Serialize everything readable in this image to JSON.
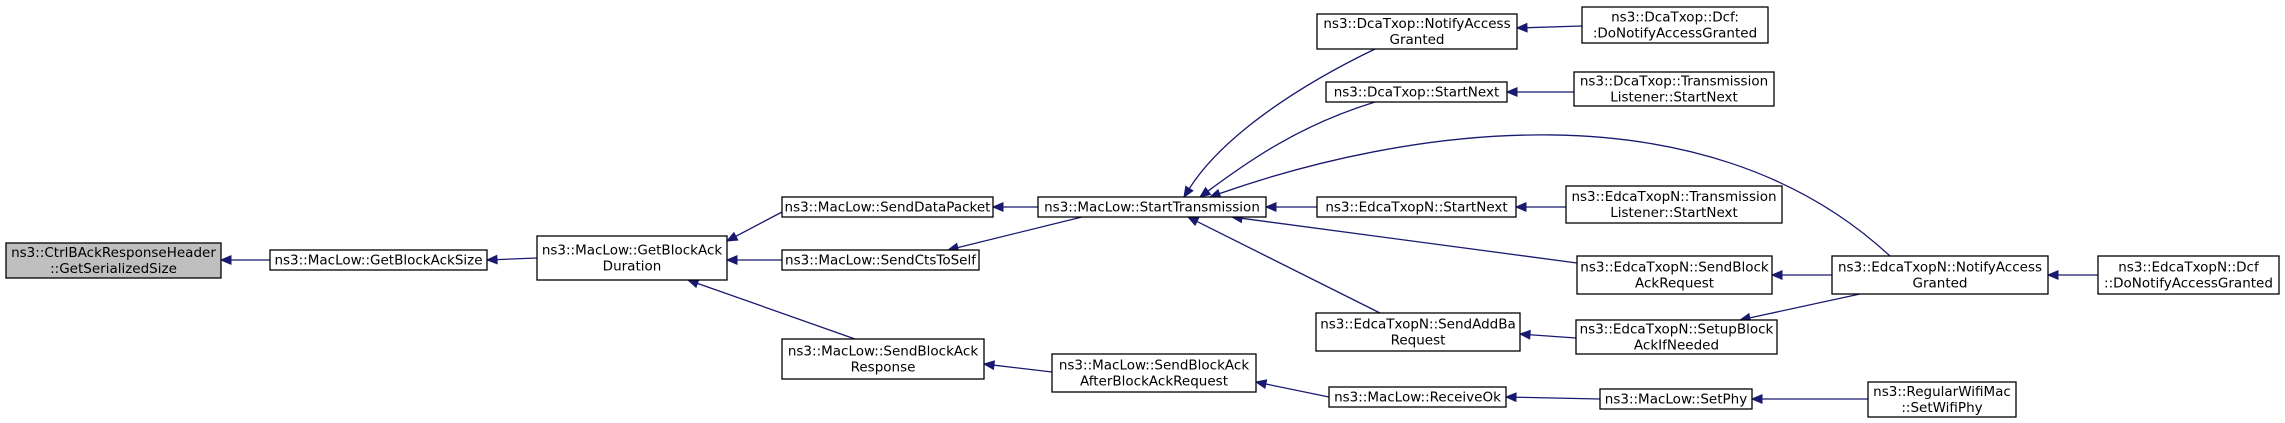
{
  "nodes": [
    {
      "id": "n0",
      "lines": [
        "ns3::CtrlBAckResponseHeader",
        "::GetSerializedSize"
      ]
    },
    {
      "id": "n1",
      "lines": [
        "ns3::MacLow::GetBlockAckSize"
      ]
    },
    {
      "id": "n2",
      "lines": [
        "ns3::MacLow::GetBlockAck",
        "Duration"
      ]
    },
    {
      "id": "n3",
      "lines": [
        "ns3::MacLow::SendDataPacket"
      ]
    },
    {
      "id": "n4",
      "lines": [
        "ns3::MacLow::SendCtsToSelf"
      ]
    },
    {
      "id": "n5",
      "lines": [
        "ns3::MacLow::SendBlockAck",
        "Response"
      ]
    },
    {
      "id": "n6",
      "lines": [
        "ns3::MacLow::StartTransmission"
      ]
    },
    {
      "id": "n7",
      "lines": [
        "ns3::MacLow::SendBlockAck",
        "AfterBlockAckRequest"
      ]
    },
    {
      "id": "n8",
      "lines": [
        "ns3::DcaTxop::NotifyAccess",
        "Granted"
      ]
    },
    {
      "id": "n9",
      "lines": [
        "ns3::DcaTxop::StartNext"
      ]
    },
    {
      "id": "n10",
      "lines": [
        "ns3::EdcaTxopN::StartNext"
      ]
    },
    {
      "id": "n11",
      "lines": [
        "ns3::EdcaTxopN::SendAddBa",
        "Request"
      ]
    },
    {
      "id": "n12",
      "lines": [
        "ns3::MacLow::ReceiveOk"
      ]
    },
    {
      "id": "n13",
      "lines": [
        "ns3::DcaTxop::Dcf:",
        ":DoNotifyAccessGranted"
      ]
    },
    {
      "id": "n14",
      "lines": [
        "ns3::DcaTxop::Transmission",
        "Listener::StartNext"
      ]
    },
    {
      "id": "n15",
      "lines": [
        "ns3::EdcaTxopN::Transmission",
        "Listener::StartNext"
      ]
    },
    {
      "id": "n16",
      "lines": [
        "ns3::EdcaTxopN::SendBlock",
        "AckRequest"
      ]
    },
    {
      "id": "n17",
      "lines": [
        "ns3::EdcaTxopN::SetupBlock",
        "AckIfNeeded"
      ]
    },
    {
      "id": "n18",
      "lines": [
        "ns3::MacLow::SetPhy"
      ]
    },
    {
      "id": "n19",
      "lines": [
        "ns3::EdcaTxopN::NotifyAccess",
        "Granted"
      ]
    },
    {
      "id": "n20",
      "lines": [
        "ns3::RegularWifiMac",
        "::SetWifiPhy"
      ]
    },
    {
      "id": "n21",
      "lines": [
        "ns3::EdcaTxopN::Dcf",
        "::DoNotifyAccessGranted"
      ]
    }
  ],
  "edges": [
    {
      "from": "n1",
      "to": "n0"
    },
    {
      "from": "n2",
      "to": "n1"
    },
    {
      "from": "n3",
      "to": "n2"
    },
    {
      "from": "n4",
      "to": "n2"
    },
    {
      "from": "n5",
      "to": "n2"
    },
    {
      "from": "n6",
      "to": "n3"
    },
    {
      "from": "n6",
      "to": "n4"
    },
    {
      "from": "n7",
      "to": "n5"
    },
    {
      "from": "n8",
      "to": "n6"
    },
    {
      "from": "n9",
      "to": "n6"
    },
    {
      "from": "n10",
      "to": "n6"
    },
    {
      "from": "n19",
      "to": "n6"
    },
    {
      "from": "n16",
      "to": "n6"
    },
    {
      "from": "n11",
      "to": "n6"
    },
    {
      "from": "n12",
      "to": "n7"
    },
    {
      "from": "n13",
      "to": "n8"
    },
    {
      "from": "n14",
      "to": "n9"
    },
    {
      "from": "n15",
      "to": "n10"
    },
    {
      "from": "n19",
      "to": "n16"
    },
    {
      "from": "n17",
      "to": "n11"
    },
    {
      "from": "n18",
      "to": "n12"
    },
    {
      "from": "n21",
      "to": "n19"
    },
    {
      "from": "n19",
      "to": "n17"
    },
    {
      "from": "n20",
      "to": "n18"
    }
  ]
}
